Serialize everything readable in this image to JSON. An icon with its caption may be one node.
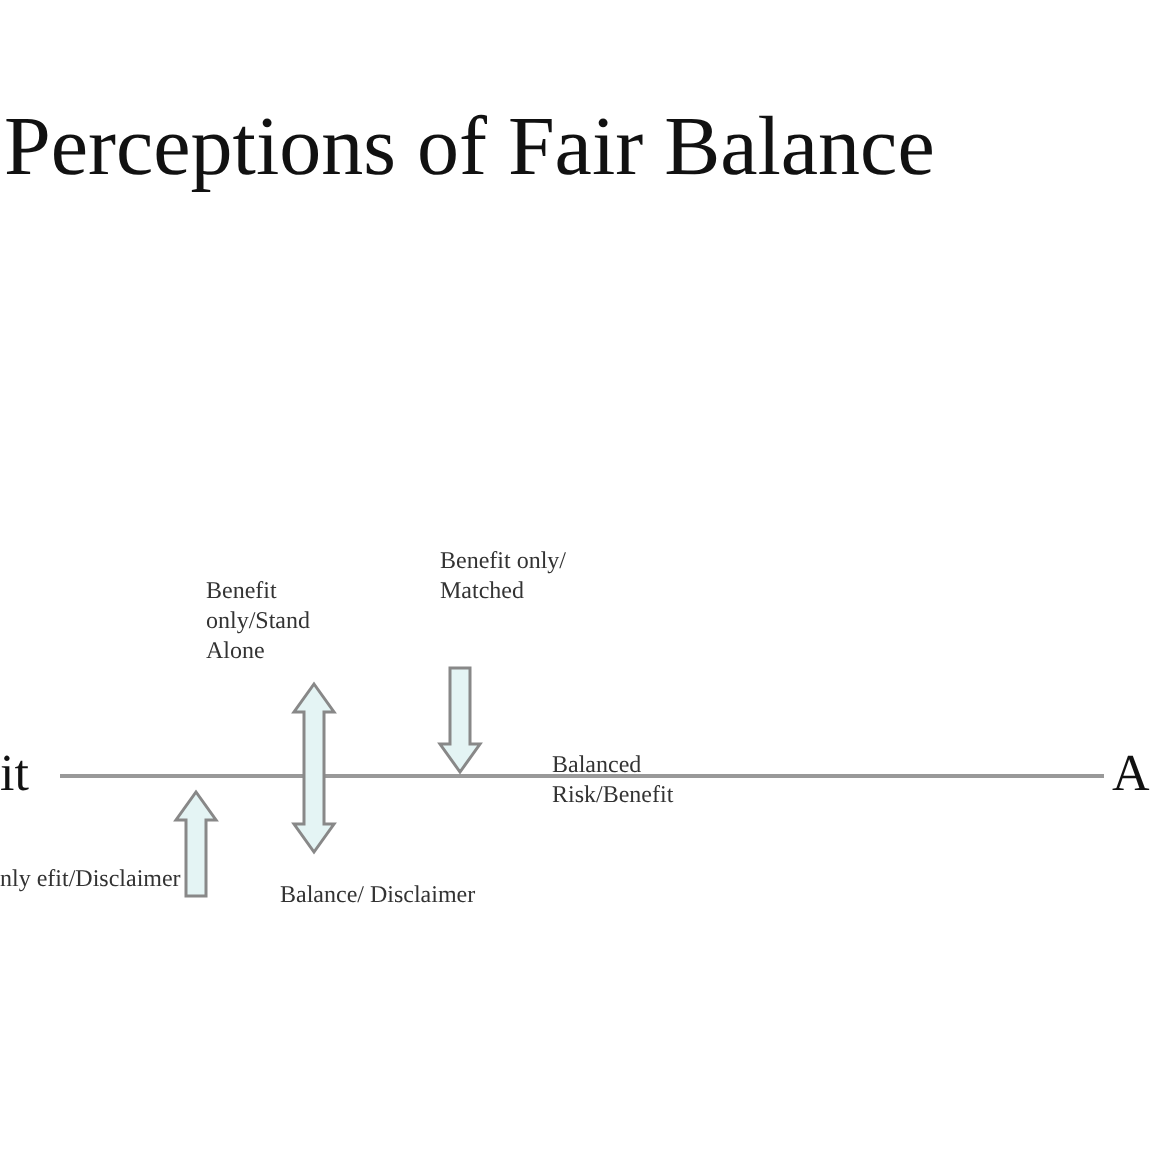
{
  "diagram": {
    "title": "Perceptions of Fair Balance",
    "labels": [
      "Benefit only/Stand Alone",
      "Benefit only/ Matched",
      "it",
      "Balanced Risk/Benefit",
      "A",
      "nly efit/Disclaimer",
      "Balance/ Disclaimer"
    ]
  }
}
